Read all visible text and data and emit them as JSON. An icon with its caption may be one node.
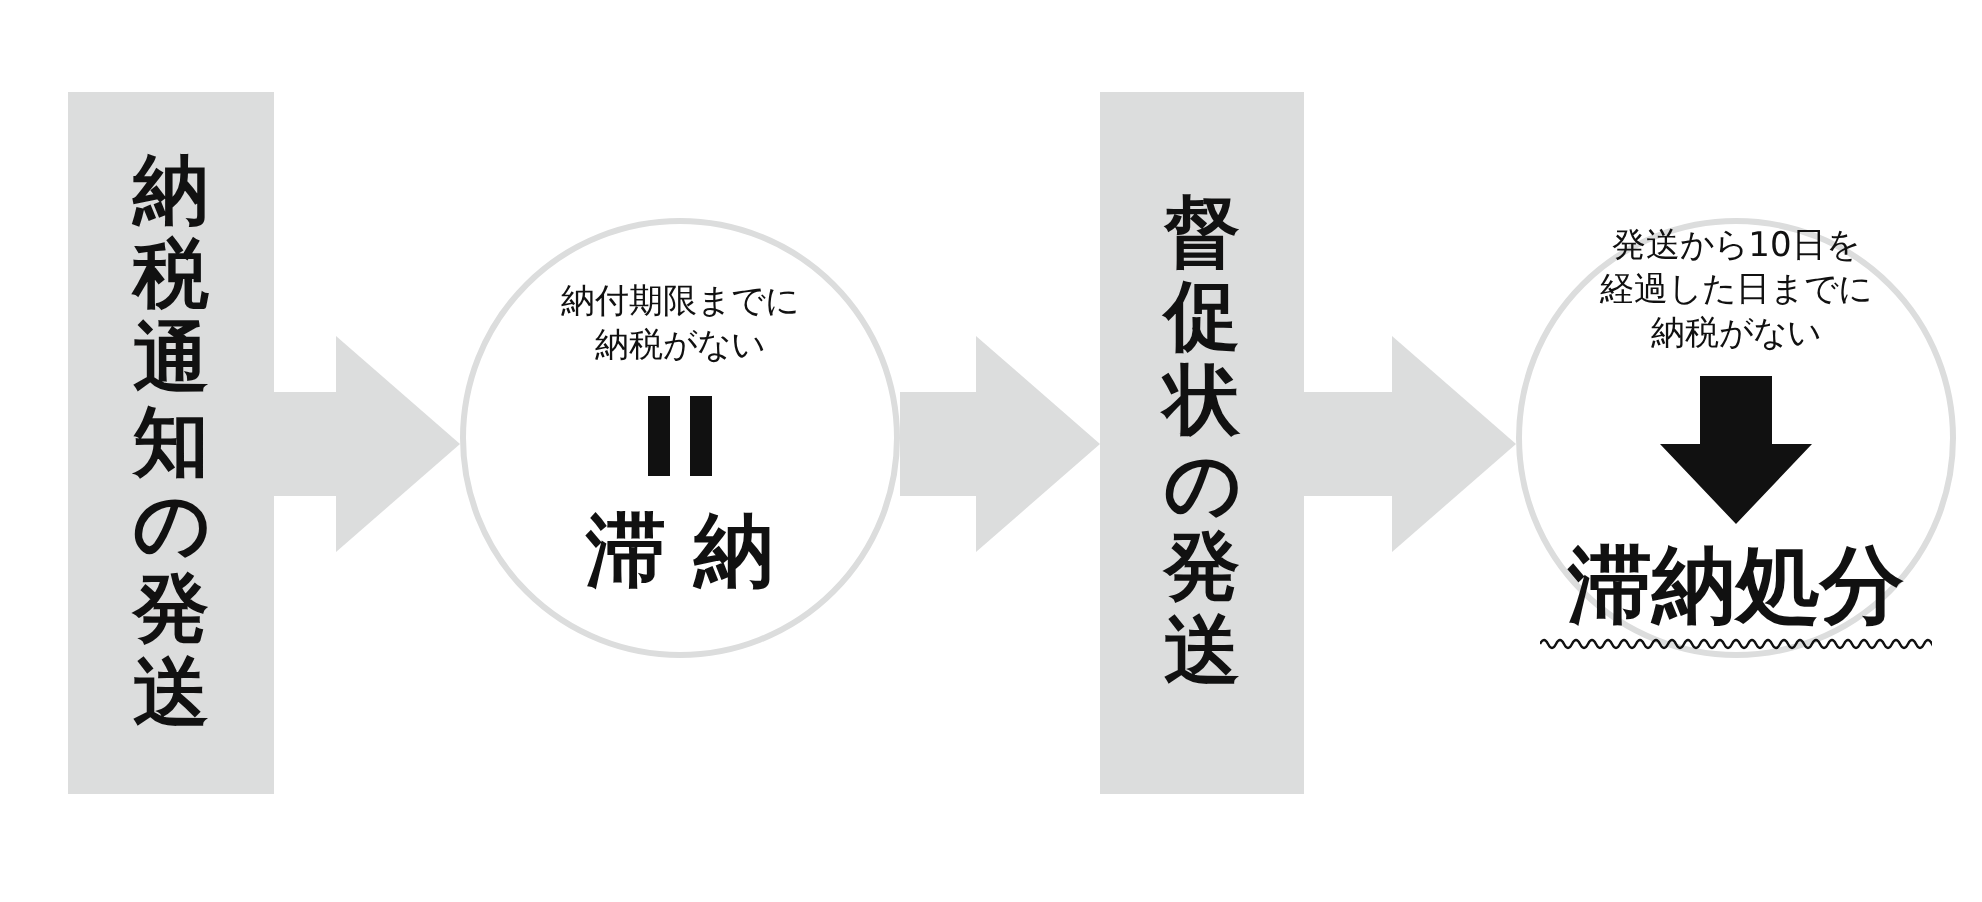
{
  "diagram": {
    "nodes": [
      {
        "text": [
          "納税通知の発送"
        ]
      },
      {
        "text": [
          "納付期限までに納税がない",
          "滞 納"
        ]
      },
      {
        "text": [
          "督促状の発送"
        ]
      },
      {
        "text": [
          "発送から10日を経過した日までに納税がない",
          "滞納処分"
        ]
      }
    ],
    "edges": [
      {
        "from": 0,
        "to": 1,
        "arrow": "to"
      },
      {
        "from": 1,
        "to": 2,
        "arrow": "to"
      },
      {
        "from": 2,
        "to": 3,
        "arrow": "to"
      }
    ]
  }
}
